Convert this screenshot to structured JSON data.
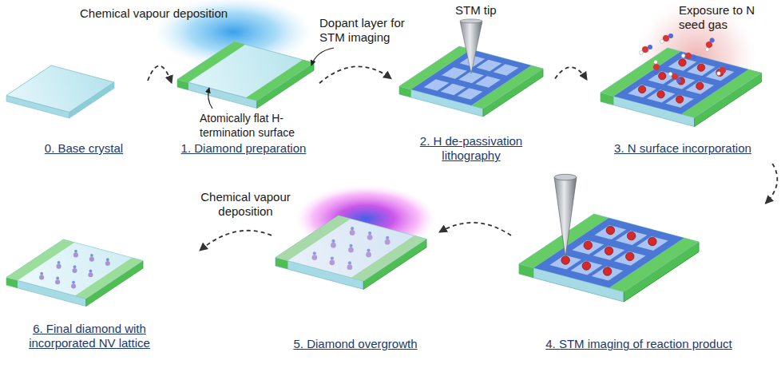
{
  "diagram": {
    "nodes": [
      {
        "text": [
          "0. Base crystal"
        ]
      },
      {
        "text": [
          "1. Diamond preparation"
        ]
      },
      {
        "text": [
          "2. H de-passivation lithography"
        ]
      },
      {
        "text": [
          "3. N surface incorporation"
        ]
      },
      {
        "text": [
          "4. STM imaging of reaction product"
        ]
      },
      {
        "text": [
          "5. Diamond overgrowth"
        ]
      },
      {
        "text": [
          "6. Final diamond with incorporated NV lattice"
        ]
      }
    ],
    "edges": [
      {
        "from": 0,
        "to": 1,
        "arrow": "to"
      },
      {
        "from": 1,
        "to": 2,
        "arrow": "to"
      },
      {
        "from": 2,
        "to": 3,
        "arrow": "to"
      },
      {
        "from": 3,
        "to": 4,
        "arrow": "to"
      },
      {
        "from": 4,
        "to": 5,
        "arrow": "to"
      },
      {
        "from": 5,
        "to": 6,
        "arrow": "to"
      }
    ],
    "labels": [
      "Chemical vapour deposition",
      "Dopant layer for STM imaging",
      "Atomically flat H-termination surface",
      "STM tip",
      "Exposure to N seed gas",
      "Chemical vapour deposition"
    ]
  }
}
